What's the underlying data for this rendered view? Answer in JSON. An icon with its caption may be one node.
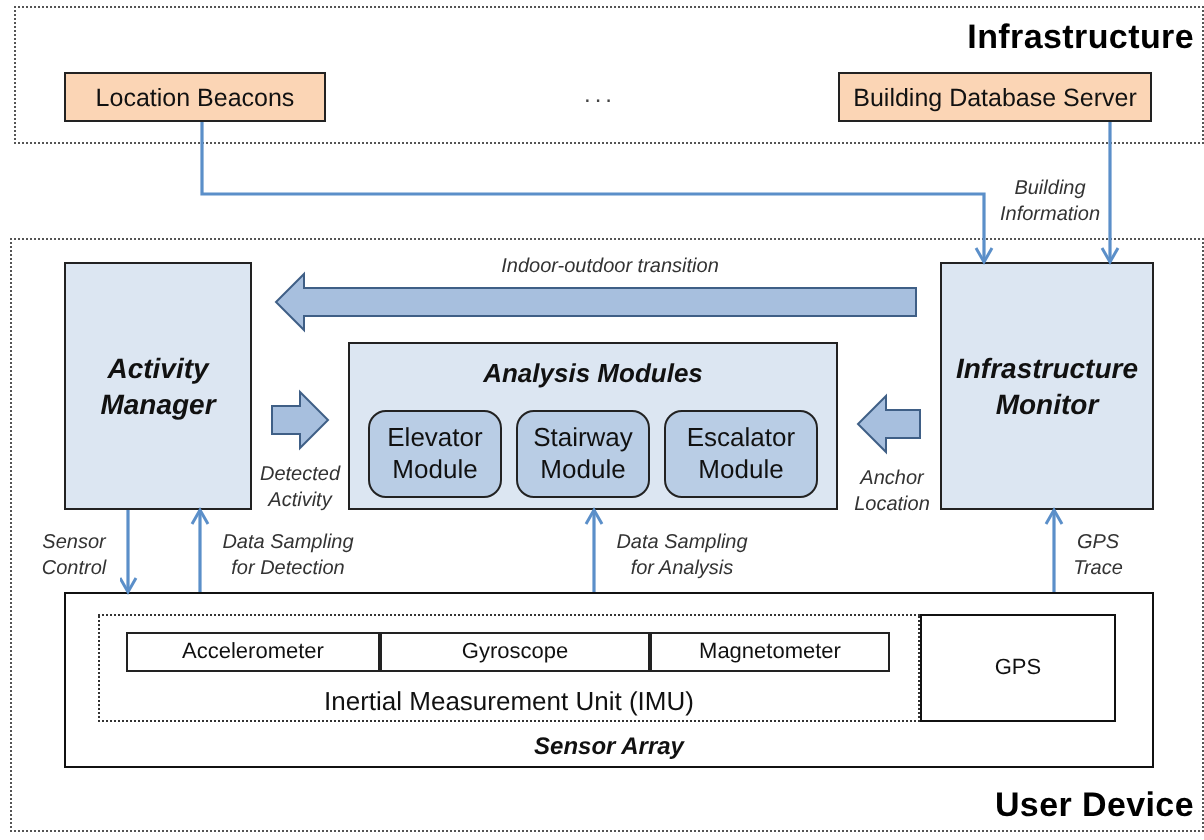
{
  "diagram": {
    "nodes": [
      {
        "text": [
          "Infrastructure"
        ]
      },
      {
        "text": [
          "Location Beacons"
        ],
        "in": 0
      },
      {
        "text": [
          "Building Database Server"
        ],
        "in": 0
      },
      {
        "text": [
          "User Device"
        ]
      },
      {
        "text": [
          "Activity Manager"
        ],
        "in": 3
      },
      {
        "text": [
          "Analysis Modules"
        ],
        "in": 3
      },
      {
        "text": [
          "Elevator Module"
        ],
        "in": 5
      },
      {
        "text": [
          "Stairway Module"
        ],
        "in": 5
      },
      {
        "text": [
          "Escalator Module"
        ],
        "in": 5
      },
      {
        "text": [
          "Infrastructure Monitor"
        ],
        "in": 3
      },
      {
        "text": [
          "Sensor Array"
        ],
        "in": 3
      },
      {
        "text": [
          "Inertial Measurement Unit (IMU)"
        ],
        "in": 10
      },
      {
        "text": [
          "Accelerometer"
        ],
        "in": 11
      },
      {
        "text": [
          "Gyroscope"
        ],
        "in": 11
      },
      {
        "text": [
          "Magnetometer"
        ],
        "in": 11
      },
      {
        "text": [
          "GPS"
        ],
        "in": 10
      }
    ],
    "edges": [
      {
        "from": 1,
        "to": 9,
        "arrow": "to"
      },
      {
        "from": 2,
        "to": 9,
        "arrow": "to",
        "label": "Building Information"
      },
      {
        "from": 9,
        "to": 4,
        "arrow": "to",
        "label": "Indoor-outdoor transition",
        "style": "thick"
      },
      {
        "from": 4,
        "to": 5,
        "arrow": "to",
        "label": "Detected Activity",
        "style": "thick"
      },
      {
        "from": 9,
        "to": 5,
        "arrow": "to",
        "label": "Anchor Location",
        "style": "thick"
      },
      {
        "from": 4,
        "to": 10,
        "arrow": "to",
        "label": "Sensor Control"
      },
      {
        "from": 10,
        "to": 4,
        "arrow": "to",
        "label": "Data Sampling for Detection"
      },
      {
        "from": 10,
        "to": 5,
        "arrow": "to",
        "label": "Data Sampling for Analysis"
      },
      {
        "from": 10,
        "to": 9,
        "arrow": "to",
        "label": "GPS Trace"
      }
    ],
    "labels": [
      "..."
    ]
  }
}
